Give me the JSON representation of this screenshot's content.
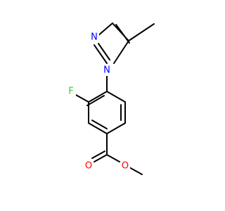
{
  "molecule": {
    "atoms": [
      {
        "id": "N1",
        "symbol": "N"
      },
      {
        "id": "N3",
        "symbol": "N"
      },
      {
        "id": "F",
        "symbol": "F"
      },
      {
        "id": "O1",
        "symbol": "O"
      },
      {
        "id": "O2",
        "symbol": "O"
      }
    ],
    "colors": {
      "carbon": "#000000",
      "nitrogen": "#0000ff",
      "fluorine": "#33cc33",
      "oxygen": "#ff0000"
    }
  }
}
